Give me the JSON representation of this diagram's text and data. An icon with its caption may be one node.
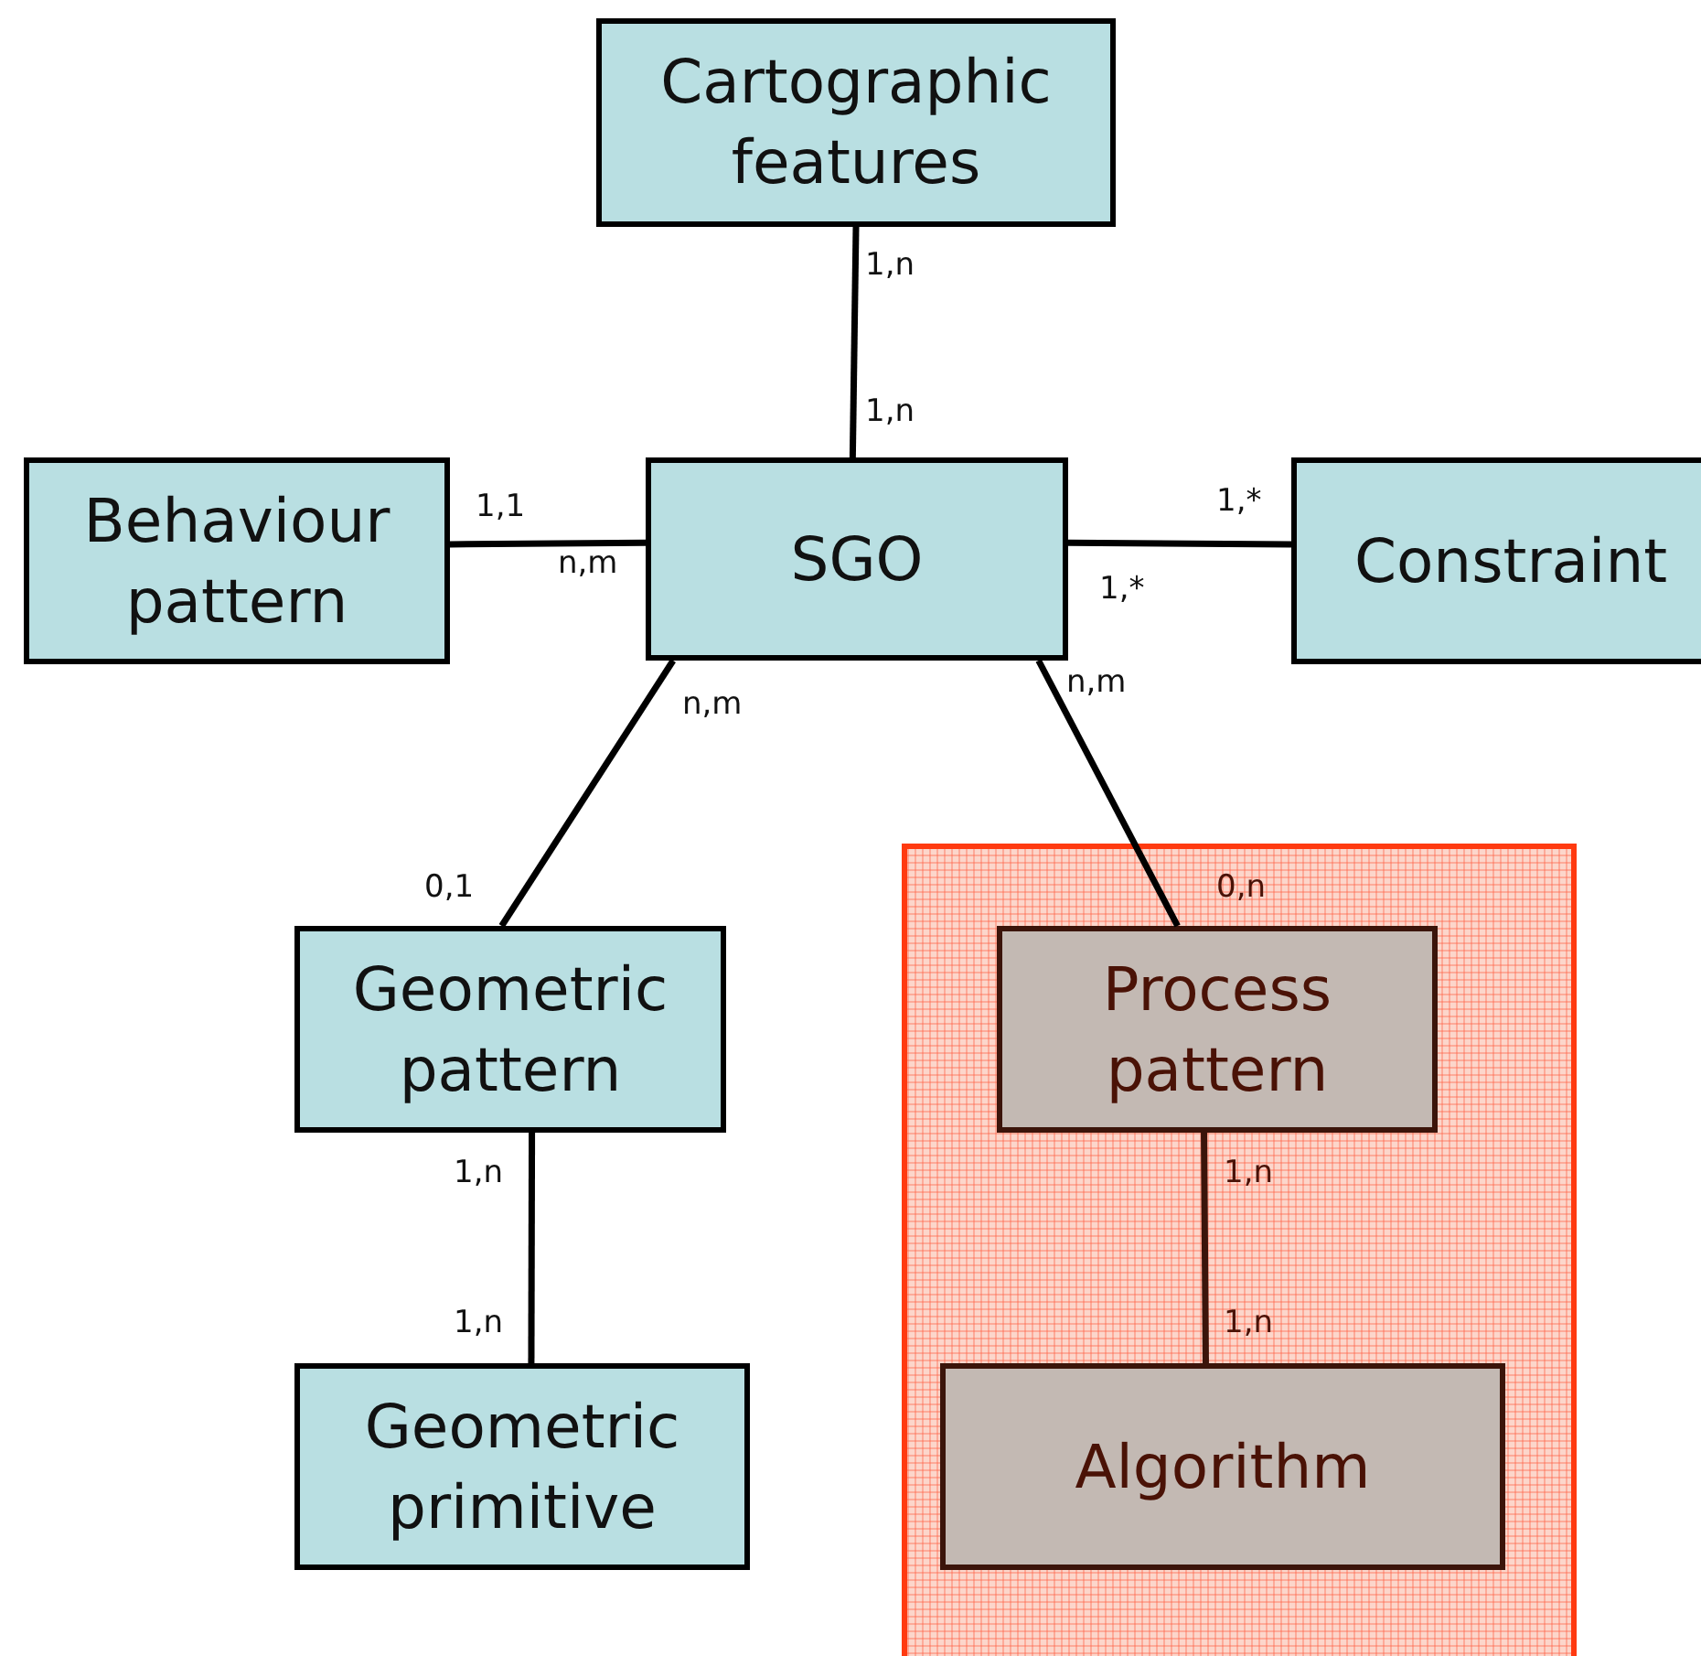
{
  "diagram": {
    "nodes": [
      {
        "text": [
          "Cartographic features"
        ]
      },
      {
        "text": [
          "Behaviour pattern"
        ]
      },
      {
        "text": [
          "SGO"
        ]
      },
      {
        "text": [
          "Constraint"
        ]
      },
      {
        "text": [
          "Geometric pattern"
        ]
      },
      {
        "text": [],
        "shape": "box"
      },
      {
        "text": [
          "Process pattern"
        ],
        "in": 5
      },
      {
        "text": [
          "Geometric primitive"
        ]
      },
      {
        "text": [
          "Algorithm"
        ],
        "in": 5
      }
    ],
    "edges": [
      {
        "from": 0,
        "to": 2,
        "arrow": "none"
      },
      {
        "from": 1,
        "to": 2,
        "arrow": "none"
      },
      {
        "from": 2,
        "to": 3,
        "arrow": "none"
      },
      {
        "from": 2,
        "to": 4,
        "arrow": "none"
      },
      {
        "from": 2,
        "to": 6,
        "arrow": "none"
      },
      {
        "from": 4,
        "to": 7,
        "arrow": "none"
      },
      {
        "from": 6,
        "to": 8,
        "arrow": "none"
      }
    ],
    "labels": [
      "1,n",
      "1,n",
      "1,1",
      "1,*",
      "n,m",
      "1,*",
      "n,m",
      "n,m",
      "0,1",
      "0,n",
      "1,n",
      "1,n",
      "1,n",
      "1,n"
    ]
  }
}
